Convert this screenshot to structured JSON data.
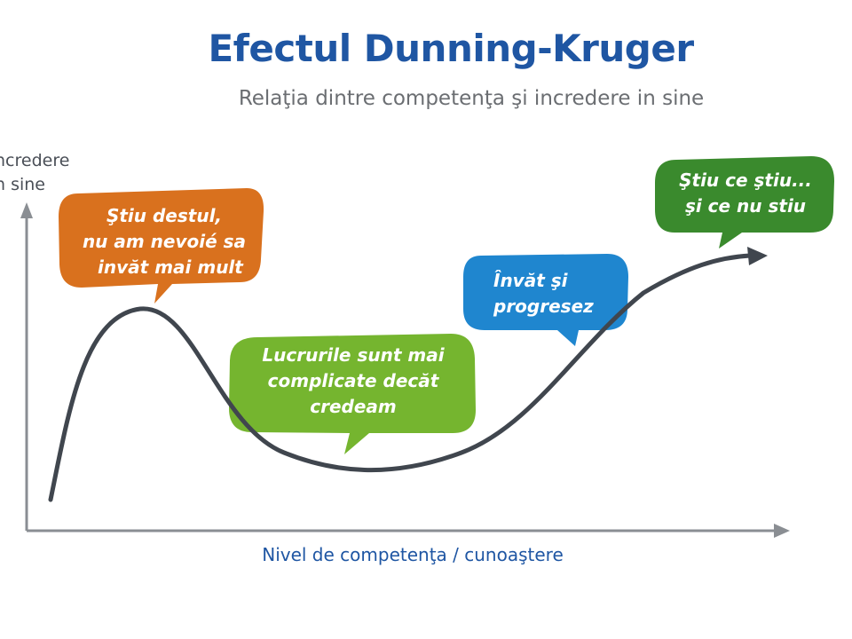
{
  "title": "Efectul Dunning-Kruger",
  "subtitle": "Relaţia dintre competenţa şi incredere in sine",
  "axes": {
    "y_label": "ncredere\nn sine",
    "x_label": "Nivel de competenţa / cunoaştere"
  },
  "bubbles": [
    {
      "id": "peak",
      "text": "Ştiu destul,\nnu am nevoié sa\n  invăt mai mult",
      "color": "#d9711e"
    },
    {
      "id": "valley",
      "text": "Lucrurile sunt mai\ncomplicate decăt\ncredeam",
      "color": "#75b52f"
    },
    {
      "id": "slope",
      "text": "Învăt şi\nprogresez",
      "color": "#1f86cf"
    },
    {
      "id": "plateau",
      "text": "Ştiu ce ştiu...\nşi ce nu stiu",
      "color": "#3a8a2d"
    }
  ],
  "colors": {
    "curve": "#40464e",
    "axis": "#8a8e93"
  }
}
